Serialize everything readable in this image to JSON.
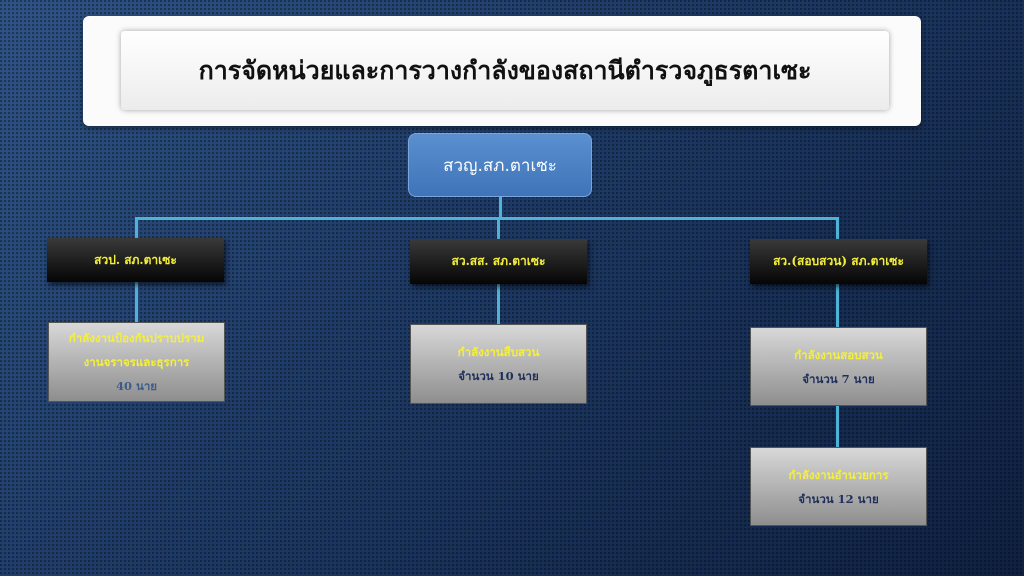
{
  "title": "การจัดหน่วยและการวางกำลังของสถานีตำรวจภูธรตาเซะ",
  "head": "สวญ.สภ.ตาเซะ",
  "branches": [
    {
      "label": "สวป. สภ.ตาเซะ",
      "units": [
        {
          "name_line1": "กำลังงานป้องกันปราบปราม",
          "name_line2": "งานจราจรและธุรการ",
          "count": "40 นาย"
        }
      ]
    },
    {
      "label": "สว.สส. สภ.ตาเซะ",
      "units": [
        {
          "name_line1": "กำลังงานสืบสวน",
          "count": "จำนวน 10 นาย"
        }
      ]
    },
    {
      "label": "สว.(สอบสวน) สภ.ตาเซะ",
      "units": [
        {
          "name_line1": "กำลังงานสอบสวน",
          "count": "จำนวน 7 นาย"
        },
        {
          "name_line1": "กำลังงานอำนวยการ",
          "count": "จำนวน 12 นาย"
        }
      ]
    }
  ],
  "colors": {
    "line": "#4fb3d9",
    "head_box": "#4a80c0",
    "label_text": "#f5f03a"
  }
}
